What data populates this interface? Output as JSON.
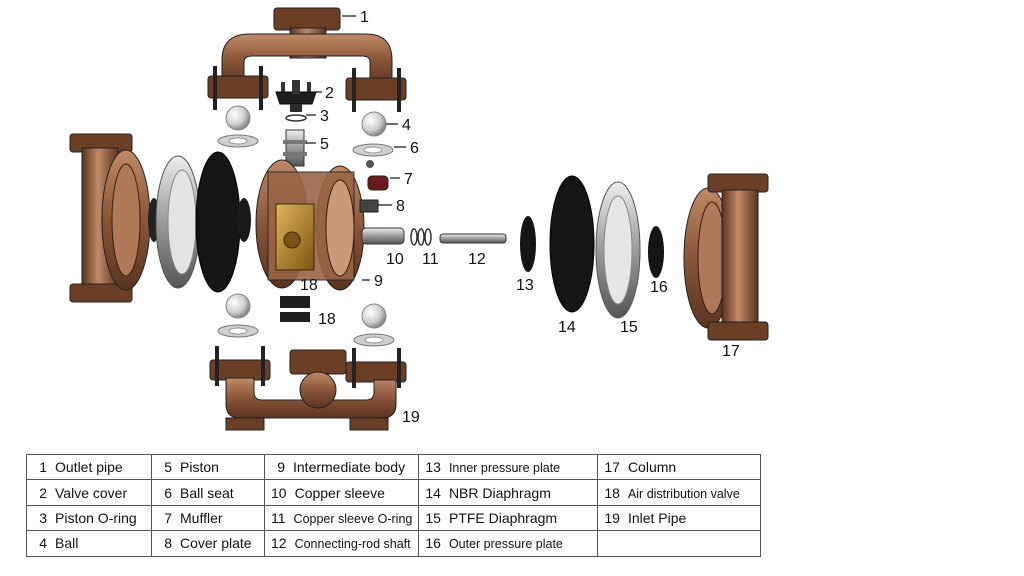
{
  "callouts": [
    "1",
    "2",
    "3",
    "4",
    "5",
    "6",
    "7",
    "8",
    "9",
    "10",
    "11",
    "12",
    "13",
    "14",
    "15",
    "16",
    "17",
    "18",
    "18",
    "19"
  ],
  "callout_nine": "9",
  "callout_nineteen": "19",
  "table": {
    "rows": [
      [
        {
          "num": "1",
          "label": "Outlet pipe"
        },
        {
          "num": "5",
          "label": "Piston"
        },
        {
          "num": "9",
          "label": "Intermediate body"
        },
        {
          "num": "13",
          "label": "Inner pressure plate"
        },
        {
          "num": "17",
          "label": "Column"
        }
      ],
      [
        {
          "num": "2",
          "label": "Valve cover"
        },
        {
          "num": "6",
          "label": "Ball seat"
        },
        {
          "num": "10",
          "label": "Copper sleeve"
        },
        {
          "num": "14",
          "label": "NBR Diaphragm"
        },
        {
          "num": "18",
          "label": "Air distribution valve"
        }
      ],
      [
        {
          "num": "3",
          "label": "Piston O-ring"
        },
        {
          "num": "7",
          "label": "Muffler"
        },
        {
          "num": "11",
          "label": "Copper sleeve O-ring"
        },
        {
          "num": "15",
          "label": "PTFE Diaphragm"
        },
        {
          "num": "19",
          "label": "Inlet Pipe"
        }
      ],
      [
        {
          "num": "4",
          "label": "Ball"
        },
        {
          "num": "8",
          "label": "Cover plate"
        },
        {
          "num": "12",
          "label": "Connecting-rod shaft"
        },
        {
          "num": "16",
          "label": "Outer pressure plate"
        },
        {
          "num": "",
          "label": ""
        }
      ]
    ]
  },
  "colors": {
    "copper_dark": "#5a3420",
    "copper": "#8a5538",
    "copper_light": "#c08a68",
    "steel_dark": "#3a3a3a",
    "steel": "#8a8a8a",
    "steel_light": "#d8d8d8",
    "rubber": "#1a1a1a",
    "brass": "#b8862a"
  },
  "icons": [
    "outlet-pipe-drawing",
    "inlet-pipe-drawing",
    "diaphragm-drawing",
    "ball-drawing",
    "ball-seat-drawing",
    "column-drawing",
    "valve-cover-drawing",
    "air-valve-drawing",
    "shaft-drawing"
  ]
}
